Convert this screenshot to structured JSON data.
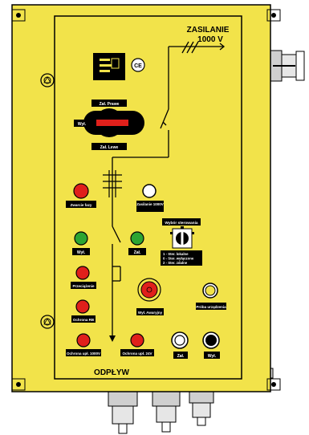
{
  "colors": {
    "panel": "#F2E34A",
    "button_red": "#E0201B",
    "button_green": "#2DA532",
    "label_black": "#000000",
    "gland_grey": "#A8A8A8"
  },
  "supply": {
    "label": "ZASILANIE",
    "voltage": "1000 V"
  },
  "outlet": {
    "label": "ODPŁYW"
  },
  "ce_mark": "CE",
  "main_switch": {
    "upper_label": "Zał. Prawe",
    "lower_label": "Zał. Lewe",
    "off_label": "Wył."
  },
  "indicators": {
    "fault": "Zwarcie fazy",
    "supply_1000v": "Zasilanie 1000V",
    "off": "Wył.",
    "on": "Zał.",
    "overload": "Przeciążenie",
    "protection_rb": "Ochrona RB",
    "protection_1000v": "Ochrona upł. 1000V",
    "protection_24v": "Ochrona upł. 24V",
    "emergency_off": "Wył. Awaryjny",
    "device_test": "Próba urządzenia",
    "on_button": "Zał.",
    "off_button": "Wył."
  },
  "selector": {
    "title": "Wybór sterowania",
    "legend": [
      "1 - Ster. lokalne",
      "0 - Ster. wyłączone",
      "2 - Ster. zdalne"
    ]
  }
}
